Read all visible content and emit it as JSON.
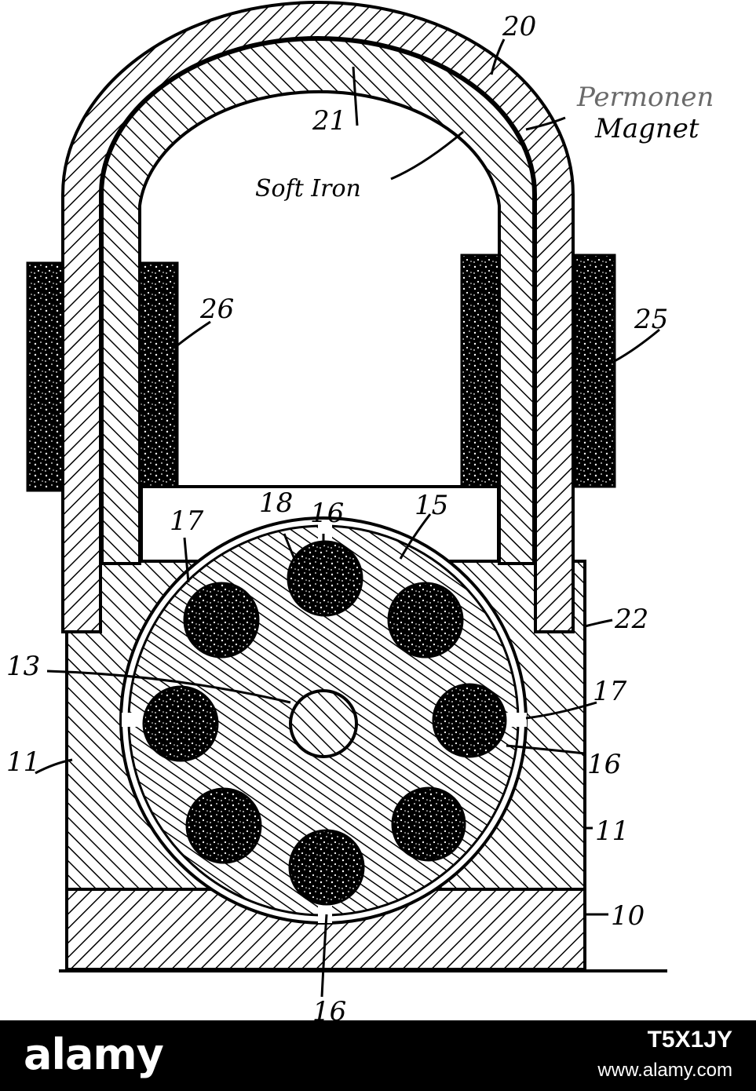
{
  "annotations": {
    "permanent_magnet": [
      "Permonen",
      "Magnet"
    ],
    "soft_iron": "Soft Iron",
    "ref_20": "20",
    "ref_21": "21",
    "ref_26": "26",
    "ref_25": "25",
    "ref_18": "18",
    "ref_16_top": "16",
    "ref_15": "15",
    "ref_17_left": "17",
    "ref_22": "22",
    "ref_13": "13",
    "ref_17_right": "17",
    "ref_11_left": "11",
    "ref_16_right": "16",
    "ref_11_right": "11",
    "ref_10": "10",
    "ref_16_bottom": "16"
  },
  "watermark": {
    "brand": "alamy",
    "image_id": "T5X1JY",
    "site": "www.alamy.com"
  },
  "colors": {
    "ink": "#000000",
    "paper": "#ffffff",
    "banner": "#000000",
    "watermark_text": "#ffffff"
  }
}
